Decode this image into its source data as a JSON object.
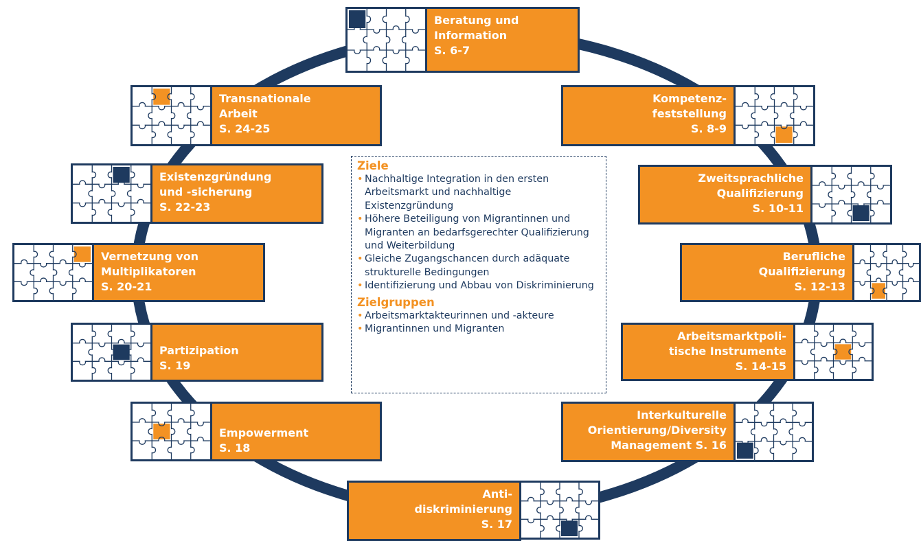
{
  "colors": {
    "accent": "#f39223",
    "navy": "#1e3a5f",
    "background": "#ffffff"
  },
  "modules": [
    {
      "id": "beratung",
      "icon": "puzzle-icon",
      "lines": [
        "Beratung und",
        "Information",
        "S. 6-7"
      ]
    },
    {
      "id": "kompetenz",
      "icon": "puzzle-icon",
      "lines": [
        "Kompetenz-",
        "feststellung",
        "S. 8-9"
      ]
    },
    {
      "id": "zweitsprachliche",
      "icon": "puzzle-icon",
      "lines": [
        "Zweitsprachliche",
        "Qualifizierung",
        "S. 10-11"
      ]
    },
    {
      "id": "berufliche",
      "icon": "puzzle-icon",
      "lines": [
        "Berufliche",
        "Qualifizierung",
        "S. 12-13"
      ]
    },
    {
      "id": "arbeitsmarkt",
      "icon": "puzzle-icon",
      "lines": [
        "Arbeitsmarktpoli-",
        "tische Instrumente",
        "S. 14-15"
      ]
    },
    {
      "id": "interkulturelle",
      "icon": "puzzle-icon",
      "lines": [
        "Interkulturelle",
        "Orientierung/Diversity",
        "Management S. 16"
      ]
    },
    {
      "id": "antidiskriminierung",
      "icon": "puzzle-icon",
      "lines": [
        "Anti-",
        "diskriminierung",
        "S. 17"
      ]
    },
    {
      "id": "empowerment",
      "icon": "puzzle-icon",
      "lines": [
        "Empowerment",
        "S. 18"
      ]
    },
    {
      "id": "partizipation",
      "icon": "puzzle-icon",
      "lines": [
        "Partizipation",
        "S. 19"
      ]
    },
    {
      "id": "vernetzung",
      "icon": "puzzle-icon",
      "lines": [
        "Vernetzung von",
        "Multiplikatoren",
        "S. 20-21"
      ]
    },
    {
      "id": "existenz",
      "icon": "puzzle-icon",
      "lines": [
        "Existenzgründung",
        "und -sicherung",
        "S. 22-23"
      ]
    },
    {
      "id": "transnationale",
      "icon": "puzzle-icon",
      "lines": [
        "Transnationale",
        "Arbeit",
        "S. 24-25"
      ]
    }
  ],
  "center": {
    "goals_title": "Ziele",
    "goals": [
      "Nachhaltige Integration in den ersten Arbeitsmarkt und nachhaltige Existenzgründung",
      "Höhere Beteiligung von Migrantinnen und Migranten an bedarfsgerechter Qualifizierung und Weiterbildung",
      "Gleiche Zugangschancen durch adäquate strukturelle Bedingungen",
      "Identifizierung und Abbau von Diskriminierung"
    ],
    "groups_title": "Zielgruppen",
    "groups": [
      "Arbeitsmarktakteurinnen und -akteure",
      "Migrantinnen und Migranten"
    ]
  }
}
